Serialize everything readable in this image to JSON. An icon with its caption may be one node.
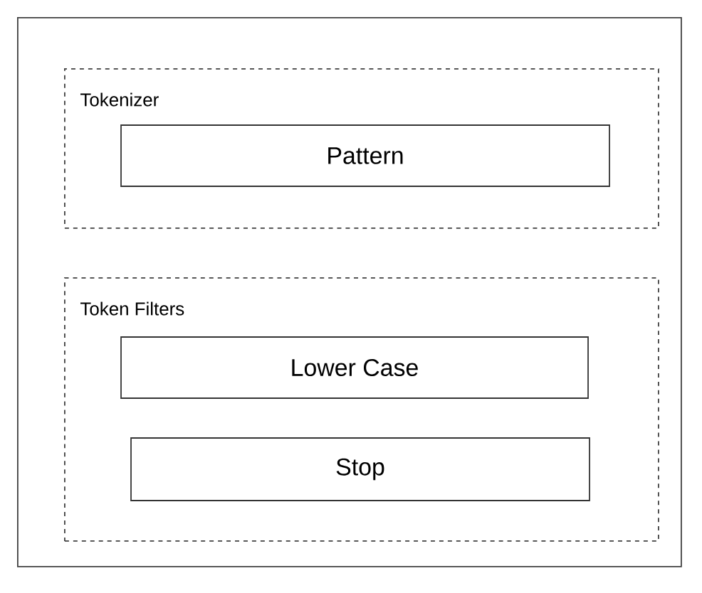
{
  "diagram": {
    "nodes": [
      {
        "text": [],
        "shape": "box"
      },
      {
        "text": [
          "Tokenizer"
        ],
        "in": 0
      },
      {
        "text": [
          "Pattern"
        ],
        "in": 1
      },
      {
        "text": [
          "Token Filters"
        ],
        "in": 0
      },
      {
        "text": [
          "Lower Case"
        ],
        "in": 3
      },
      {
        "text": [
          "Stop"
        ],
        "in": 3
      }
    ]
  }
}
